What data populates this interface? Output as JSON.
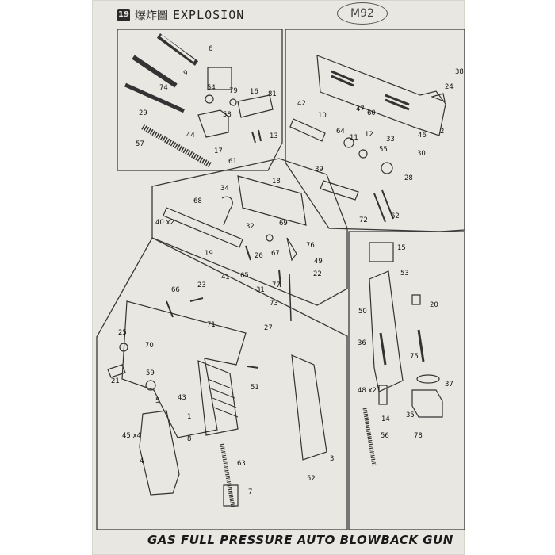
{
  "header": {
    "section_number": "19",
    "section_cjk": "爆炸圖",
    "section_title": "EXPLOSION",
    "model_label": "M92"
  },
  "footer": {
    "text": "GAS FULL PRESSURE AUTO BLOWBACK GUN"
  },
  "labels": {
    "p1": "1",
    "p2": "2",
    "p3": "3",
    "p4": "4",
    "p5": "5",
    "p6": "6",
    "p7": "7",
    "p8": "8",
    "p9": "9",
    "p10": "10",
    "p11": "11",
    "p12": "12",
    "p13": "13",
    "p14": "14",
    "p15": "15",
    "p16": "16",
    "p17": "17",
    "p18": "18",
    "p19": "19",
    "p20": "20",
    "p21": "21",
    "p22": "22",
    "p23": "23",
    "p24": "24",
    "p25": "25",
    "p26": "26",
    "p27": "27",
    "p28": "28",
    "p29": "29",
    "p30": "30",
    "p31": "31",
    "p32": "32",
    "p33": "33",
    "p34": "34",
    "p35": "35",
    "p36": "36",
    "p37": "37",
    "p38": "38",
    "p39": "39",
    "p40": "40 x2",
    "p41": "41",
    "p42": "42",
    "p43": "43",
    "p44": "44",
    "p45": "45 x4",
    "p46": "46",
    "p47": "47",
    "p48": "48 x2",
    "p49": "49",
    "p50": "50",
    "p51": "51",
    "p52": "52",
    "p53": "53",
    "p54": "54",
    "p55": "55",
    "p56": "56",
    "p57": "57",
    "p58": "58",
    "p59": "59",
    "p60": "60",
    "p61": "61",
    "p62": "62",
    "p63": "63",
    "p64": "64",
    "p65": "65",
    "p66": "66",
    "p67": "67",
    "p68": "68",
    "p69": "69",
    "p70": "70",
    "p71": "71",
    "p72": "72",
    "p73": "73",
    "p74": "74",
    "p75": "75",
    "p76": "76",
    "p77": "77",
    "p78": "78",
    "p79": "79",
    "p81": "81"
  }
}
